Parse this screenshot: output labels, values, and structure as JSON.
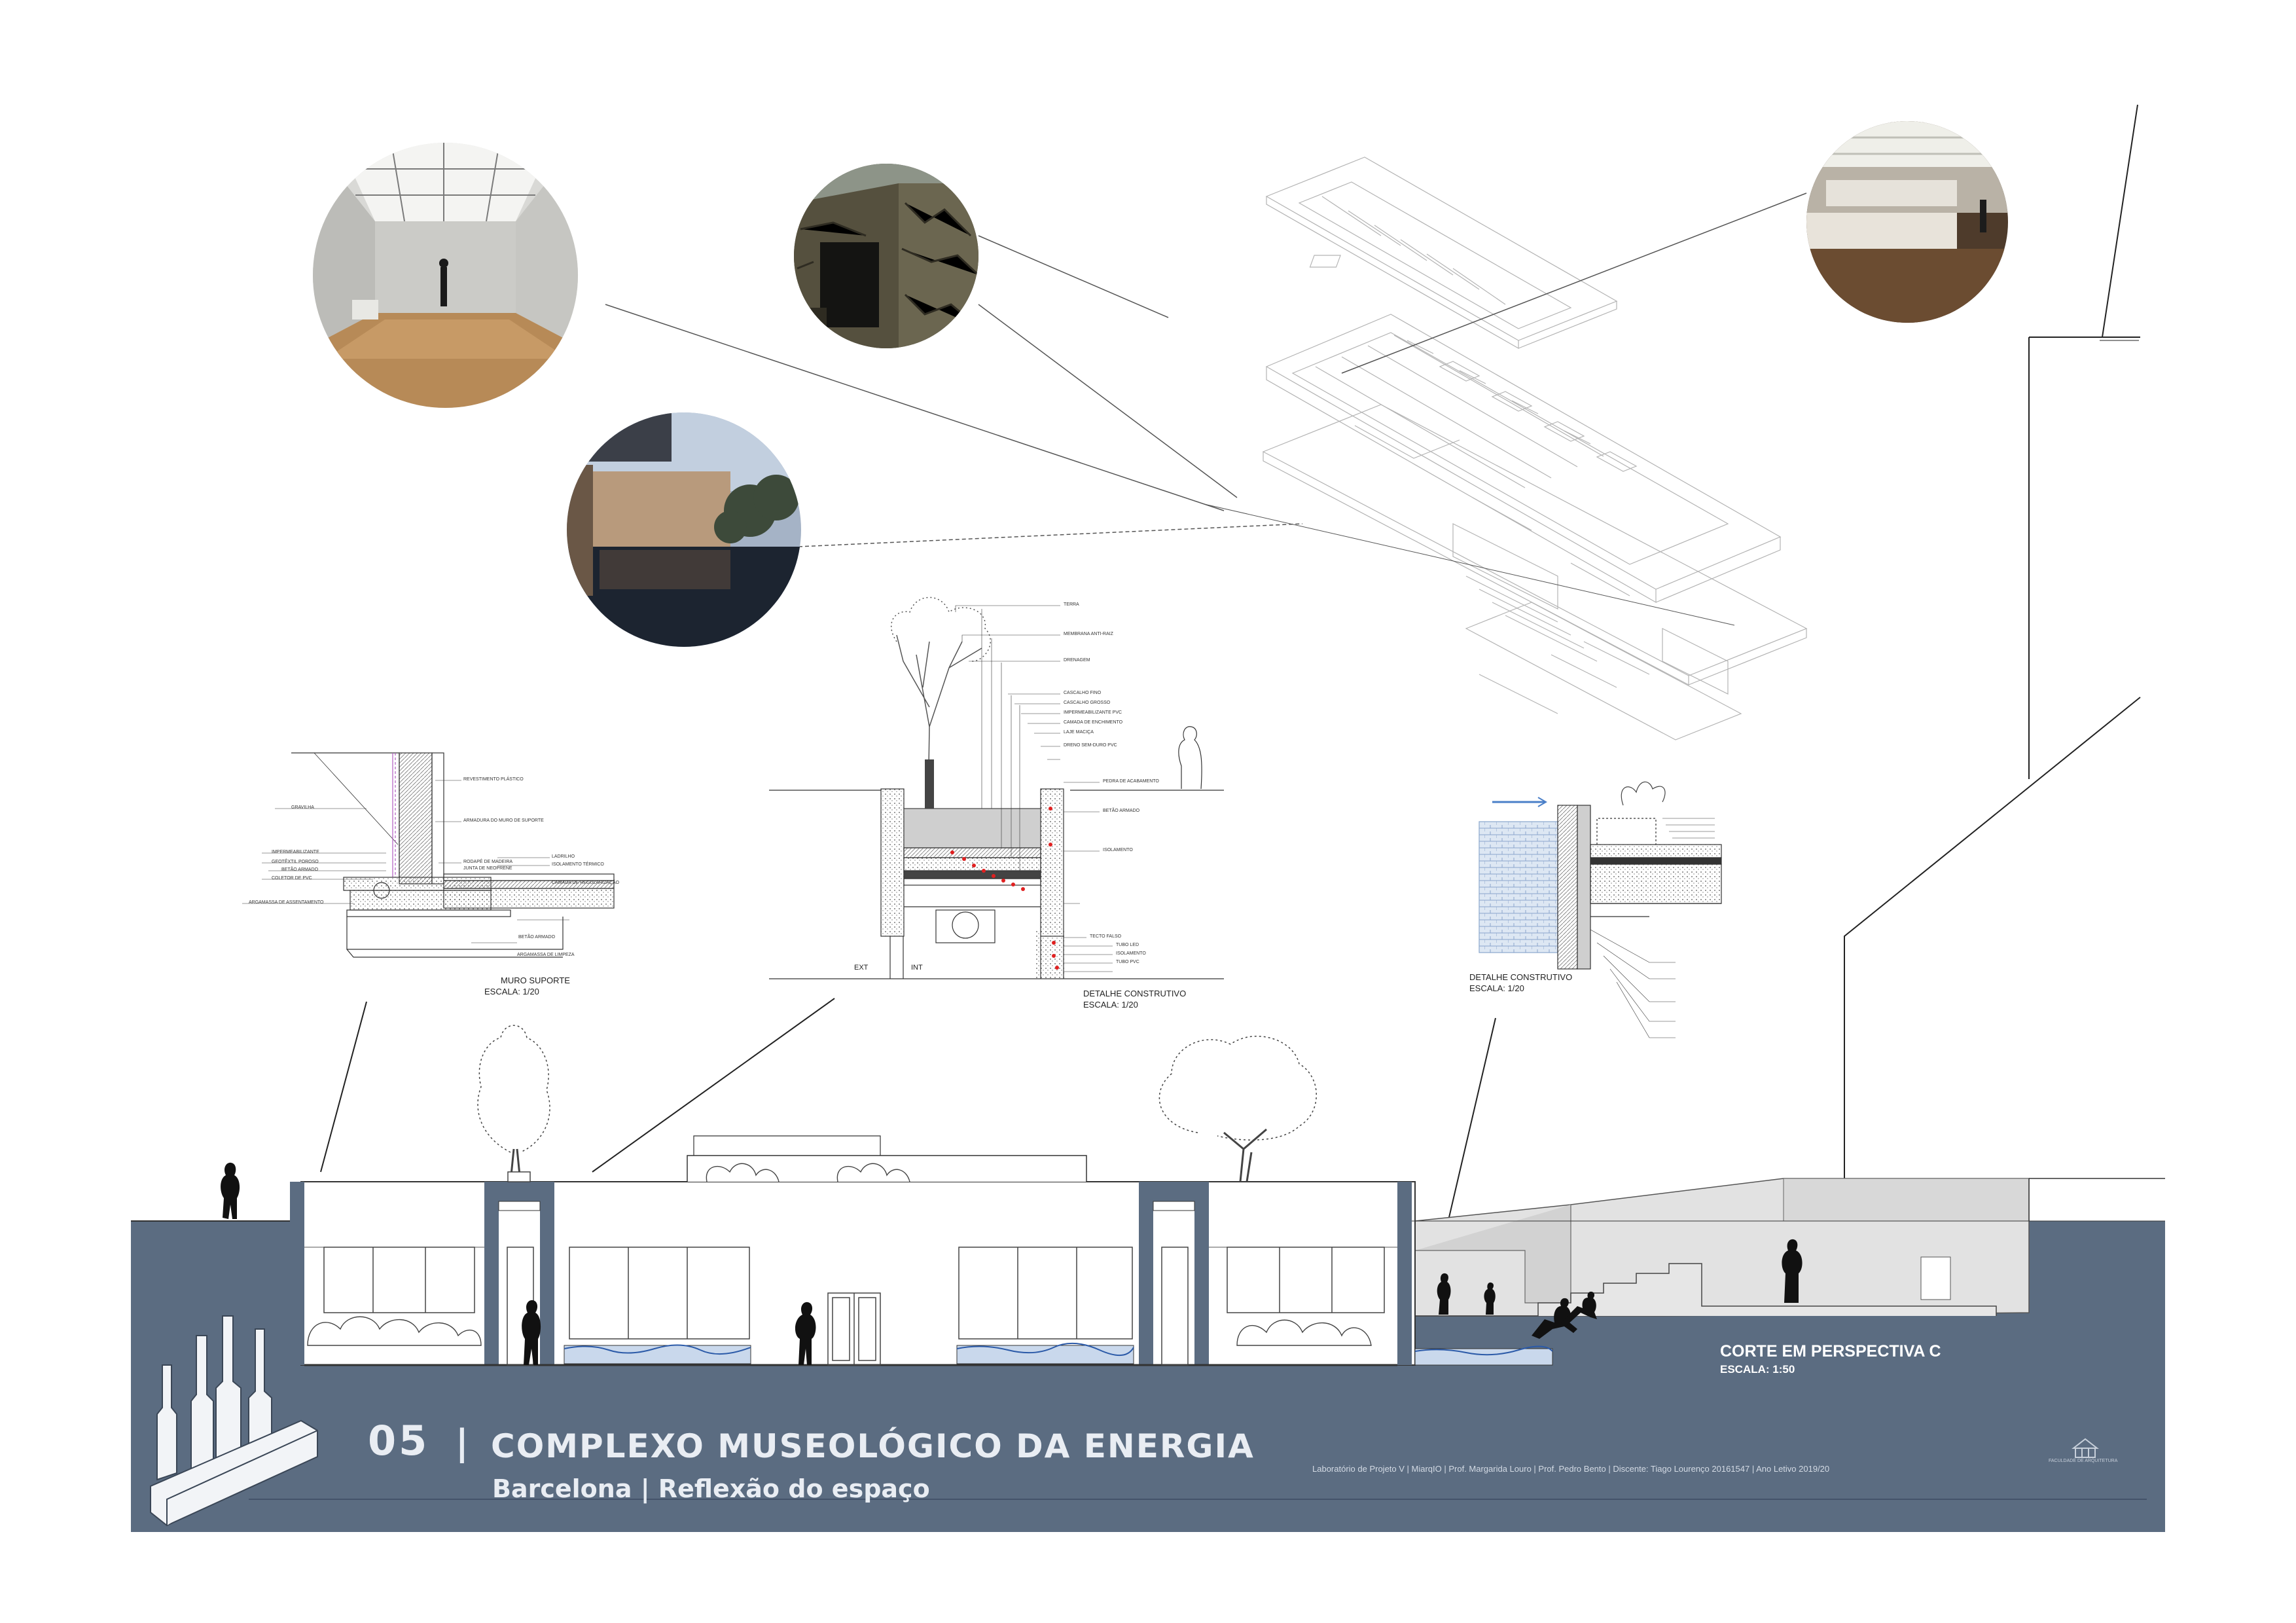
{
  "board": {
    "number": "05",
    "separator": "|",
    "title": "COMPLEXO MUSEOLÓGICO DA ENERGIA",
    "subtitle": "Barcelona | Reflexão do espaço",
    "credits": "Laboratório de Projeto V | MiarqIO | Prof. Margarida Louro | Prof. Pedro Bento | Discente: Tiago Lourenço 20161547 | Ano Letivo 2019/20",
    "school": "FACULDADE DE ARQUITETURA"
  },
  "section": {
    "title": "CORTE EM PERSPECTIVA C",
    "scale": "ESCALA: 1:50"
  },
  "details": {
    "retaining_wall": {
      "title": "MURO SUPORTE",
      "scale": "ESCALA: 1/20",
      "labels": [
        "REVESTIMENTO PLÁSTICO",
        "GRAVILHA",
        "ARMADURA DO MURO DE SUPORTE",
        "IMPERMEABILIZANTE",
        "GEOTÊXTIL POROSO",
        "BETÃO ARMADO",
        "COLETOR DE PVC",
        "ARGAMASSA DE ASSENTAMENTO",
        "RODAPÉ DE MADEIRA",
        "JUNTA DE NEOPRENE",
        "LADRILHO",
        "ISOLAMENTO TÉRMICO",
        "CAMADA DE REGULARIZAÇÃO",
        "BETÃO ARMADO",
        "ARGAMASSA DE LIMPEZA"
      ]
    },
    "planter": {
      "title": "DETALHE CONSTRUTIVO",
      "scale": "ESCALA: 1/20",
      "ext": "EXT",
      "int": "INT",
      "labels": [
        "TERRA",
        "MEMBRANA ANTI-RAIZ",
        "DRENAGEM",
        "CASCALHO FINO",
        "CASCALHO GROSSO",
        "IMPERMEABILIZANTE PVC",
        "CAMADA DE ENCHIMENTO",
        "LAJE MACIÇA",
        "DRENO SEM-DURO PVC",
        "PEDRA DE ACABAMENTO",
        "BETÃO ARMADO",
        "ISOLAMENTO",
        "TECTO FALSO",
        "TUBO LED",
        "ISOLAMENTO",
        "TUBO PVC"
      ]
    },
    "roof": {
      "title": "DETALHE CONSTRUTIVO",
      "scale": "ESCALA: 1/20"
    }
  },
  "colors": {
    "band": "#5b6c81",
    "band_text": "#e9edf3",
    "water": "#c9d8ec",
    "ink": "#222222"
  }
}
